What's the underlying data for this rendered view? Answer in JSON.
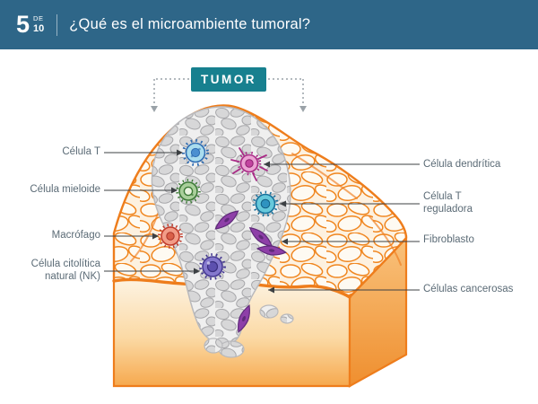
{
  "header": {
    "slide_number": "5",
    "slide_of": "DE",
    "slide_total": "10",
    "title": "¿Qué es el microambiente tumoral?"
  },
  "diagram": {
    "tumor_label": "TUMOR",
    "cell_labels_left": [
      "Célula T",
      "Célula mieloide",
      "Macrófago",
      "Célula citolítica natural (NK)"
    ],
    "cell_labels_right": [
      "Célula dendrítica",
      "Célula T reguladora",
      "Fibroblasto",
      "Células cancerosas"
    ],
    "colors": {
      "header_bg": "#2e6688",
      "badge_bg": "#17808f",
      "tissue_orange": "#ef7d1e",
      "tissue_fill_light": "#fdf1e0",
      "tumor_gray": "#d7d7d8",
      "label_text": "#5b6b76",
      "t_cell": "#2e6cb2",
      "dendritic_cell": "#a92a86",
      "myeloid_cell": "#3c7a36",
      "regulatory_t_cell": "#17709b",
      "macrophage": "#c23b2a",
      "nk_cell": "#463a92",
      "fibroblast": "#8e3fa8",
      "cancer_cells": "#c9c9cc"
    }
  }
}
